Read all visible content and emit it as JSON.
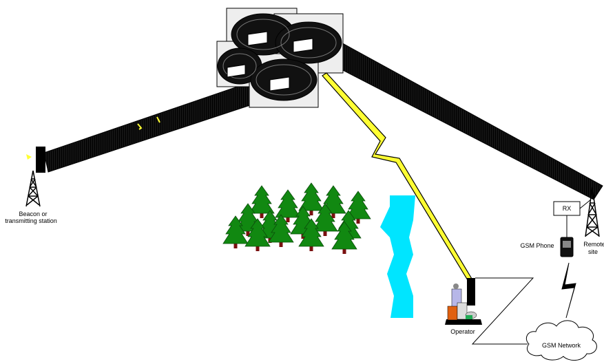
{
  "diagram": {
    "labels": {
      "beacon_line1": "Beacon or",
      "beacon_line2": "transmitting station",
      "remote_line1": "Remote",
      "remote_line2": "site",
      "rx": "RX",
      "gsm_phone": "GSM Phone",
      "operator": "Operator",
      "gsm_network": "GSM Network"
    },
    "nodes": [
      {
        "id": "satellite-cluster",
        "icon": "satellite-cluster-icon"
      },
      {
        "id": "beacon-tower",
        "icon": "radio-tower-icon"
      },
      {
        "id": "remote-tower",
        "icon": "radio-tower-icon"
      },
      {
        "id": "rx-box",
        "icon": "receiver-box"
      },
      {
        "id": "gsm-phone",
        "icon": "mobile-phone-icon"
      },
      {
        "id": "operator",
        "icon": "operator-station-icon"
      },
      {
        "id": "gsm-network",
        "icon": "cloud-icon"
      },
      {
        "id": "forest",
        "icon": "pine-tree-icon"
      },
      {
        "id": "river",
        "icon": "river-shape"
      }
    ],
    "links": [
      {
        "from": "beacon-tower",
        "to": "satellite-cluster",
        "style": "satellite-beam"
      },
      {
        "from": "satellite-cluster",
        "to": "remote-tower",
        "style": "satellite-beam"
      },
      {
        "from": "satellite-cluster",
        "to": "operator",
        "style": "lightning-link"
      },
      {
        "from": "rx-box",
        "to": "gsm-phone",
        "style": "line"
      },
      {
        "from": "gsm-phone",
        "to": "gsm-network",
        "style": "lightning-link"
      },
      {
        "from": "operator",
        "to": "gsm-network",
        "style": "z-line"
      }
    ],
    "colors": {
      "beam": "#000000",
      "lightning": "#ffff33",
      "tree": "#118811",
      "trunk": "#7a1010",
      "river": "#00e5ff",
      "panel": "#eeeeee"
    }
  }
}
